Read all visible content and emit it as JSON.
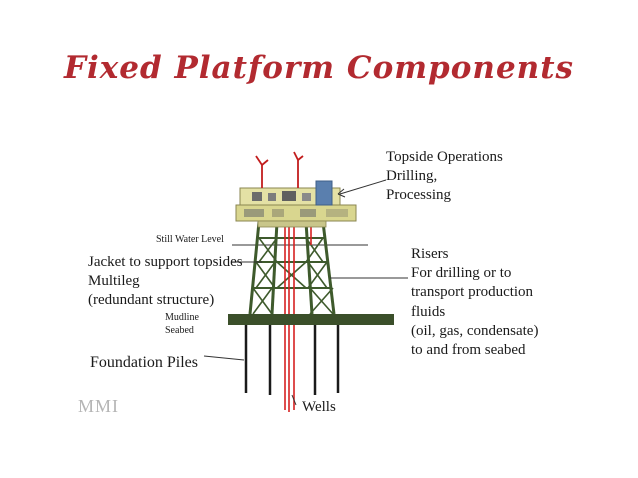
{
  "title": "Fixed Platform Components",
  "labels": {
    "topside": [
      "Topside Operations",
      "Drilling,",
      "Processing"
    ],
    "still_water": "Still Water Level",
    "jacket": [
      "Jacket to support topsides",
      "Multileg",
      "(redundant structure)"
    ],
    "mudline": [
      "Mudline",
      "Seabed"
    ],
    "foundation": "Foundation Piles",
    "risers": [
      "Risers",
      "For drilling or to",
      "transport production",
      "fluids",
      "(oil, gas, condensate)",
      "to and from seabed"
    ],
    "wells": "Wells"
  },
  "logo": "MMI",
  "colors": {
    "title": "#b22a30",
    "jacket": "#3e5a2c",
    "seabed": "#3b4f2a",
    "topside": "#d9d68f",
    "risers": "#d62020"
  }
}
